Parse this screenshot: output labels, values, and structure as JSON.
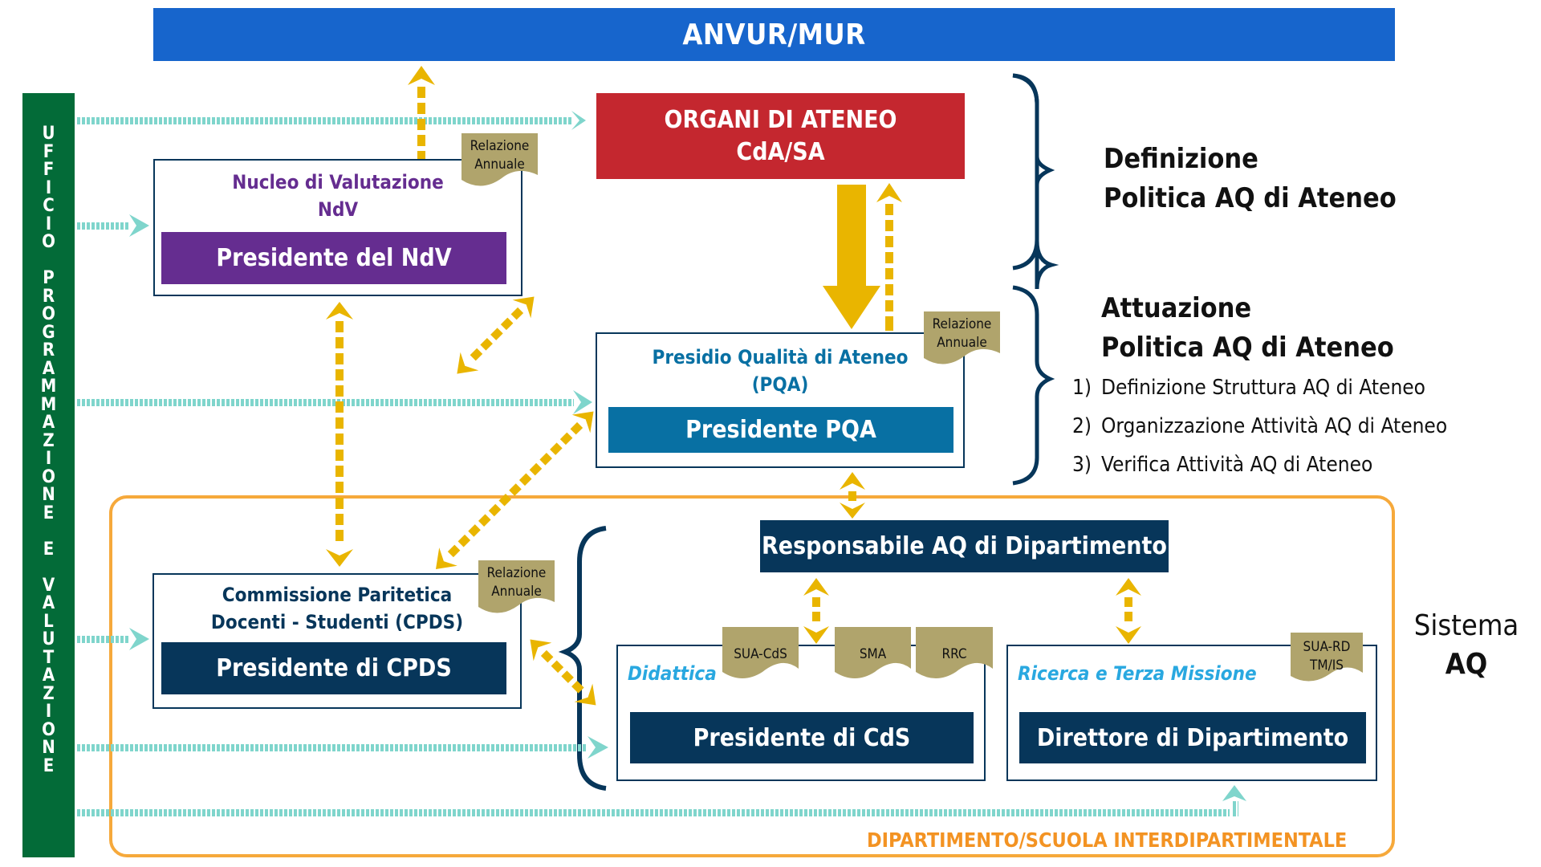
{
  "header": {
    "title": "ANVUR/MUR"
  },
  "sidebar": {
    "letters_word1": [
      "U",
      "F",
      "F",
      "I",
      "C",
      "I",
      "O"
    ],
    "letters_word2": [
      "P",
      "R",
      "O",
      "G",
      "R",
      "A",
      "M",
      "M",
      "A",
      "Z",
      "I",
      "O",
      "N",
      "E"
    ],
    "letters_word3": [
      "E"
    ],
    "letters_word4": [
      "V",
      "A",
      "L",
      "U",
      "T",
      "A",
      "Z",
      "I",
      "O",
      "N",
      "E"
    ],
    "full_text": "UFFICIO PROGRAMMAZIONE E VALUTAZIONE"
  },
  "organi": {
    "line1": "ORGANI DI ATENEO",
    "line2": "CdA/SA"
  },
  "ndv": {
    "title_line1": "Nucleo di Valutazione",
    "title_line2": "NdV",
    "president": "Presidente del NdV",
    "doc": {
      "line1": "Relazione",
      "line2": "Annuale"
    }
  },
  "pqa": {
    "title_line1": "Presidio Qualità di Ateneo",
    "title_line2": "(PQA)",
    "president": "Presidente PQA",
    "doc": {
      "line1": "Relazione",
      "line2": "Annuale"
    }
  },
  "cpds": {
    "title_line1": "Commissione Paritetica",
    "title_line2": "Docenti - Studenti (CPDS)",
    "president": "Presidente di CPDS",
    "doc": {
      "line1": "Relazione",
      "line2": "Annuale"
    }
  },
  "responsabile": {
    "label": "Responsabile AQ di Dipartimento"
  },
  "didattica": {
    "title": "Didattica",
    "president": "Presidente di CdS",
    "docs": [
      "SUA-CdS",
      "SMA",
      "RRC"
    ]
  },
  "ricerca": {
    "title": "Ricerca e Terza Missione",
    "president": "Direttore di Dipartimento",
    "doc": {
      "line1": "SUA-RD",
      "line2": "TM/IS"
    }
  },
  "department": {
    "label": "DIPARTIMENTO/SCUOLA INTERDIPARTIMENTALE"
  },
  "right": {
    "definizione": {
      "line1": "Definizione",
      "line2": "Politica AQ di Ateneo"
    },
    "attuazione": {
      "line1": "Attuazione",
      "line2": "Politica AQ di Ateneo",
      "items": [
        {
          "num": "1)",
          "text": "Definizione Struttura AQ di Ateneo"
        },
        {
          "num": "2)",
          "text": "Organizzazione Attività AQ di Ateneo"
        },
        {
          "num": "3)",
          "text": "Verifica Attività AQ di Ateneo"
        }
      ]
    },
    "sistema": {
      "line1": "Sistema",
      "line2": "AQ"
    }
  },
  "colors": {
    "anvur": "#1765cc",
    "sidebar": "#036b38",
    "organi": "#c4272f",
    "ndv": "#652d90",
    "pqa": "#0870a3",
    "navy": "#07365a",
    "gold_arrow": "#e9b500",
    "teal_arrow": "#7fd5cc",
    "dept_border": "#f6a93b",
    "doc": "#b0a46c",
    "italic_title": "#29a8e0"
  }
}
